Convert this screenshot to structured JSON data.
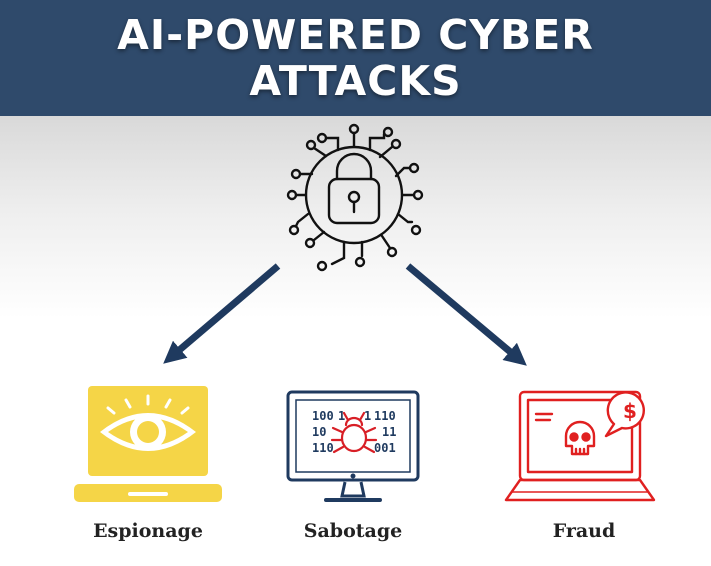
{
  "header": {
    "title": "AI-POWERED CYBER ATTACKS"
  },
  "colors": {
    "header_bg": "#2f4a6b",
    "arrow": "#1f3a5f",
    "espionage": "#f5d547",
    "sabotage": "#1f3a5f",
    "fraud": "#e02020",
    "bug": "#d81f26"
  },
  "center_icon": {
    "icon": "circuit-padlock-icon"
  },
  "outcomes": [
    {
      "label": "Espionage",
      "icon": "laptop-eye-icon"
    },
    {
      "label": "Sabotage",
      "icon": "monitor-bug-icon",
      "screen_code": {
        "r1a": "100",
        "r1b": "1",
        "r1c": "1",
        "r1d": "110",
        "r2a": "10",
        "r2b": "11",
        "r3a": "110",
        "r3b": "001"
      }
    },
    {
      "label": "Fraud",
      "icon": "laptop-skull-dollar-icon",
      "bubble_symbol": "$"
    }
  ]
}
